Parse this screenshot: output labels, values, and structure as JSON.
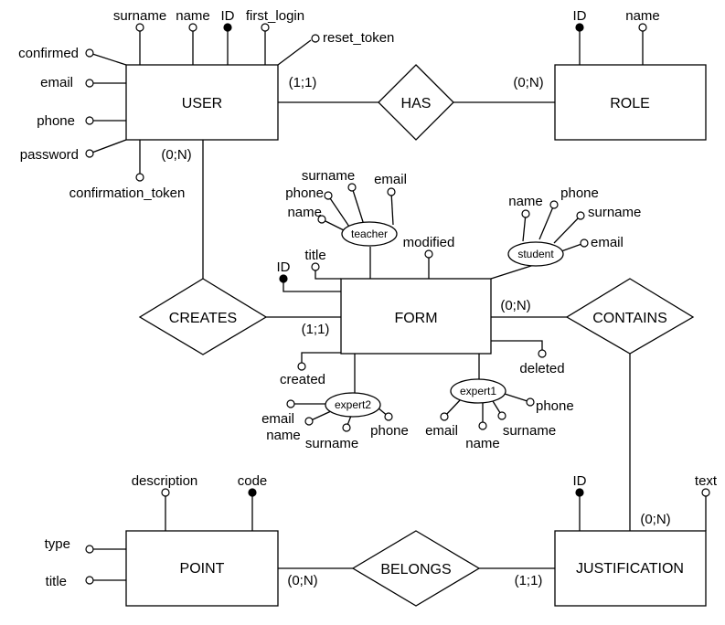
{
  "entities": {
    "user": "USER",
    "role": "ROLE",
    "form": "FORM",
    "point": "POINT",
    "justification": "JUSTIFICATION"
  },
  "relationships": {
    "has": "HAS",
    "creates": "CREATES",
    "contains": "CONTAINS",
    "belongs": "BELONGS"
  },
  "user_attributes": {
    "surname": "surname",
    "name": "name",
    "id": "ID",
    "first_login": "first_login",
    "reset_token": "reset_token",
    "confirmed": "confirmed",
    "email": "email",
    "phone": "phone",
    "password": "password",
    "confirmation_token": "confirmation_token"
  },
  "role_attributes": {
    "id": "ID",
    "name": "name"
  },
  "form_attributes": {
    "id": "ID",
    "title": "title",
    "modified": "modified",
    "created": "created",
    "deleted": "deleted"
  },
  "composites": {
    "teacher": {
      "label": "teacher",
      "surname": "surname",
      "email": "email",
      "phone": "phone",
      "name": "name"
    },
    "student": {
      "label": "student",
      "name": "name",
      "phone": "phone",
      "surname": "surname",
      "email": "email"
    },
    "expert1": {
      "label": "expert1",
      "email": "email",
      "name": "name",
      "surname": "surname",
      "phone": "phone"
    },
    "expert2": {
      "label": "expert2",
      "email": "email",
      "name": "name",
      "surname": "surname",
      "phone": "phone"
    }
  },
  "point_attributes": {
    "description": "description",
    "code": "code",
    "type": "type",
    "title": "title"
  },
  "justification_attributes": {
    "id": "ID",
    "text": "text"
  },
  "cardinalities": {
    "user_has": "(1;1)",
    "role_has": "(0;N)",
    "user_creates": "(0;N)",
    "form_creates": "(1;1)",
    "form_contains": "(0;N)",
    "justification_contains": "(0;N)",
    "point_belongs": "(0;N)",
    "justification_belongs": "(1;1)"
  }
}
